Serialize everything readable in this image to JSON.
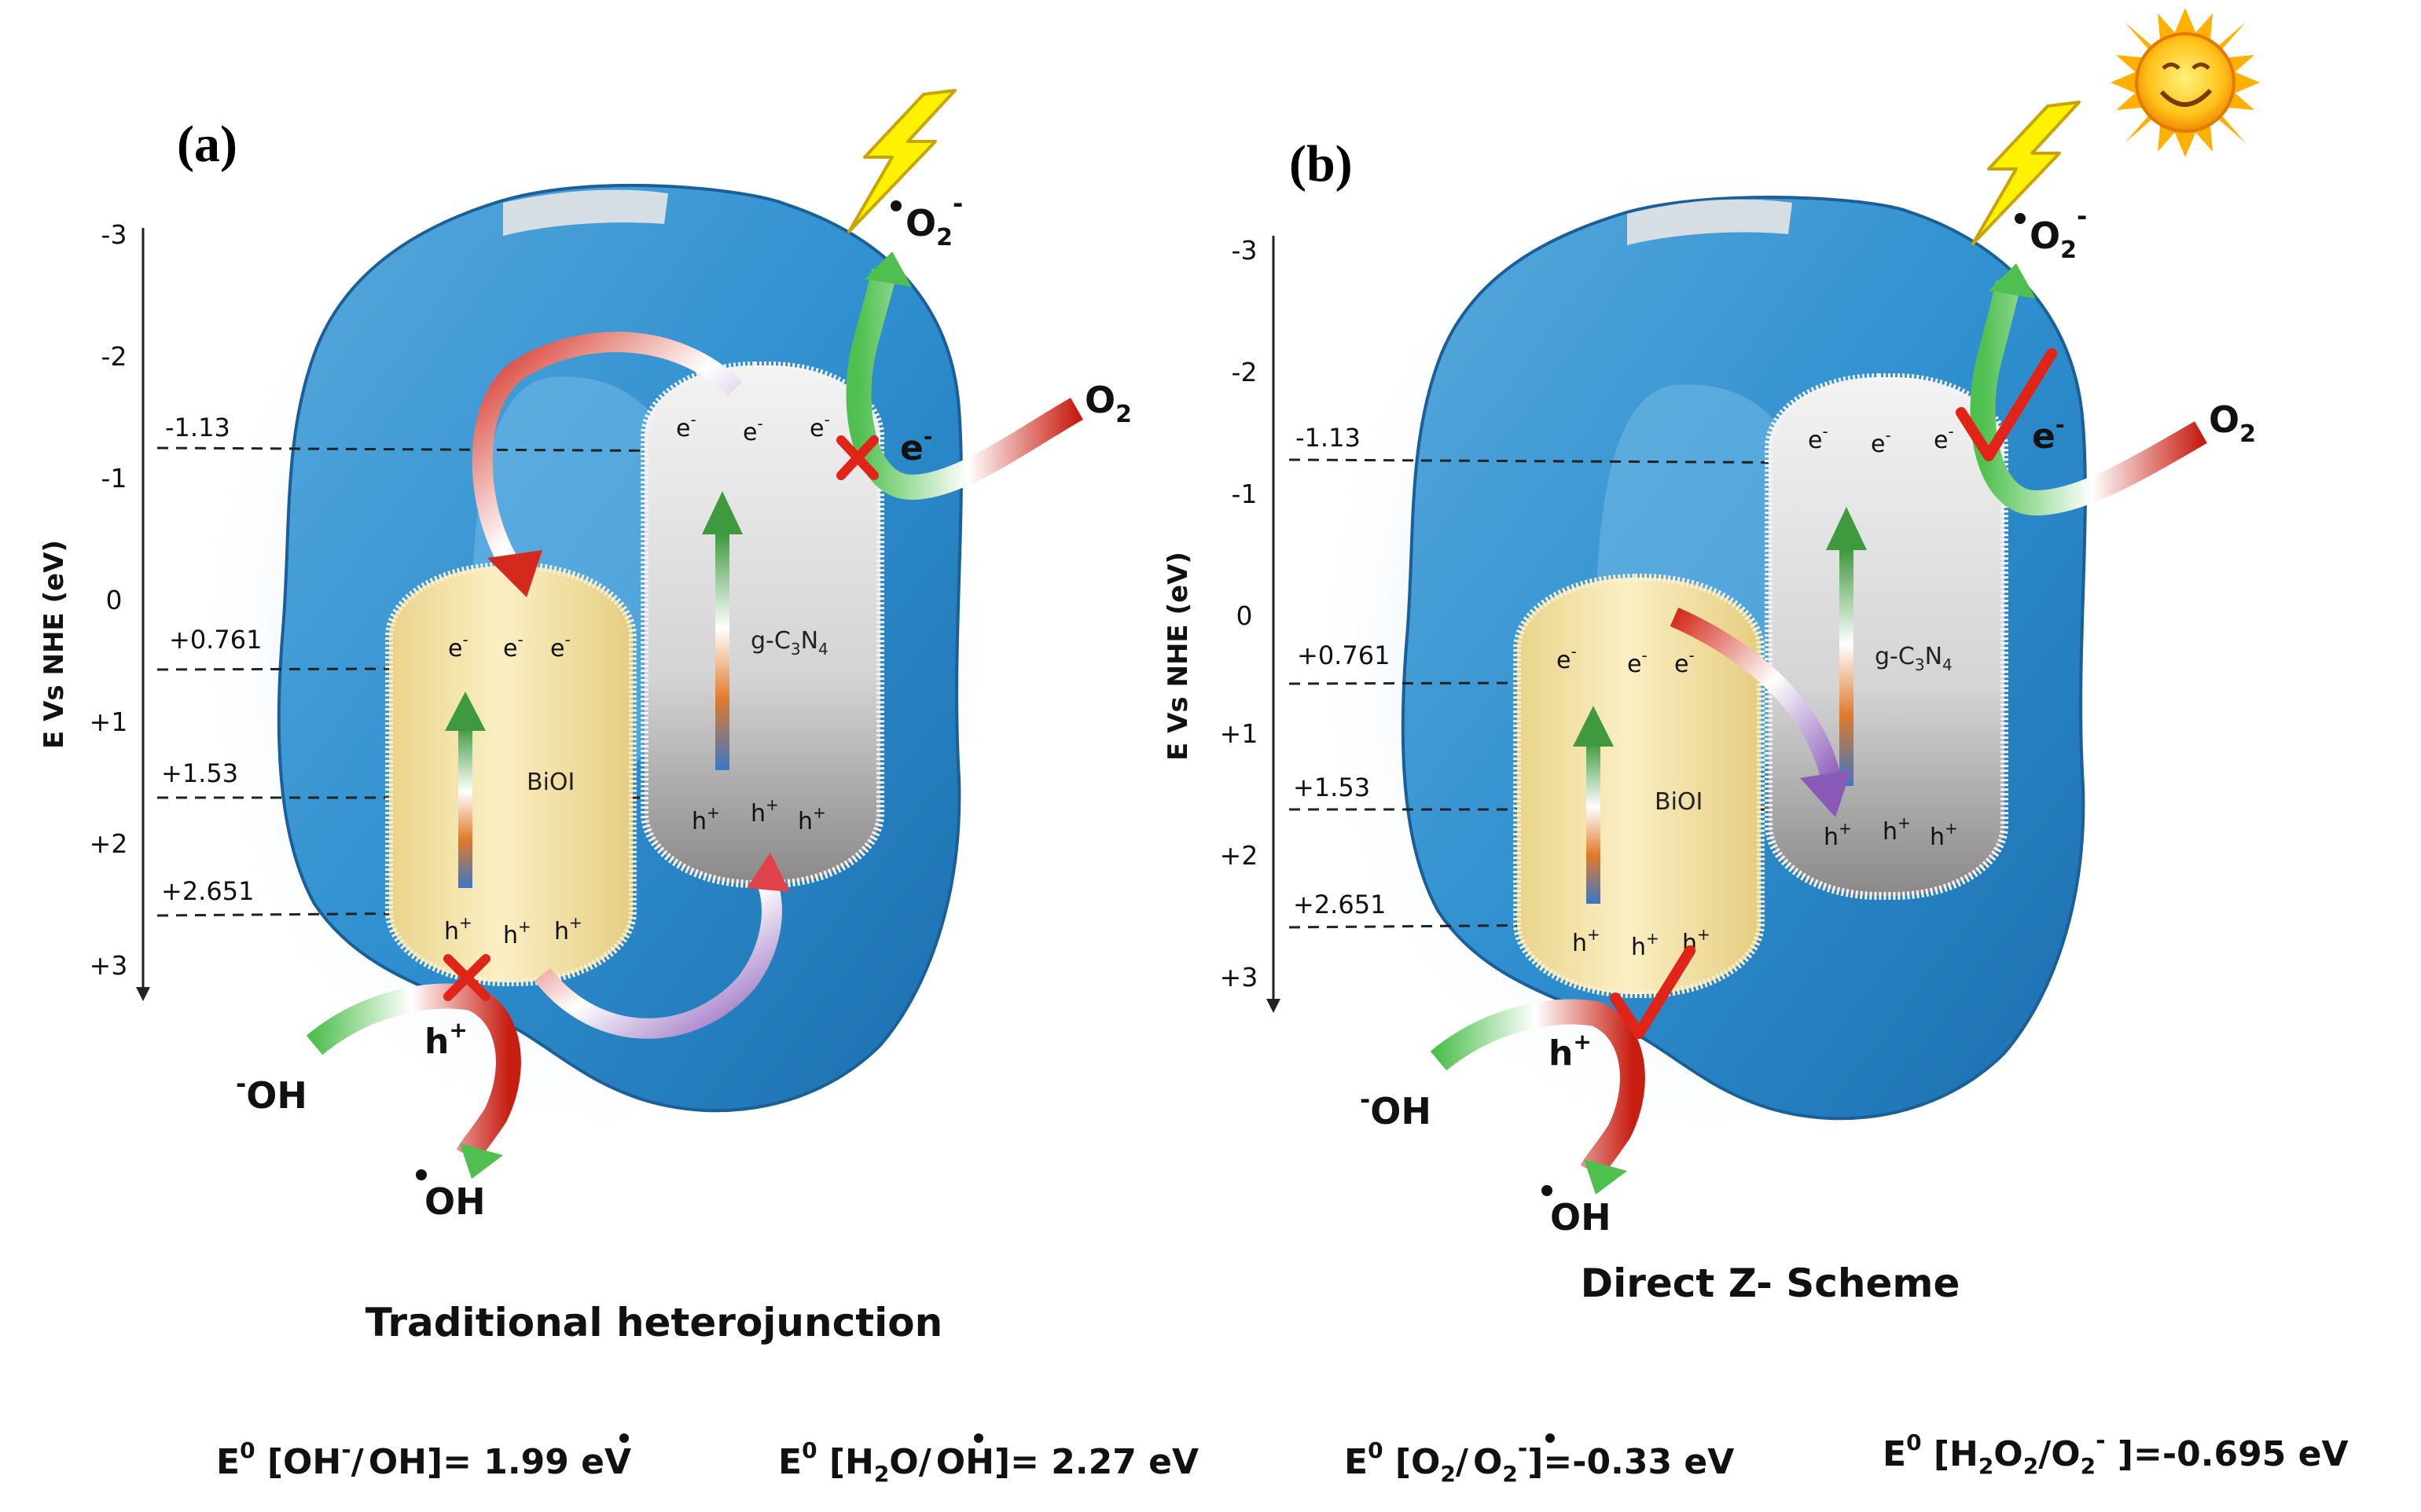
{
  "axis_title": "E Vs NHE (eV)",
  "ticks": [
    "-3",
    "-2",
    "-1",
    "0",
    "+1",
    "+2",
    "+3"
  ],
  "levels": [
    "-1.13",
    "+0.761",
    "+1.53",
    "+2.651"
  ],
  "materials": {
    "left": "BiOI",
    "right_prefix": "g-C",
    "right_sub1": "3",
    "right_mid": "N",
    "right_sub2": "4"
  },
  "carriers": {
    "electron": "e",
    "electron_sup": "-",
    "hole": "h",
    "hole_sup": "+"
  },
  "species": {
    "o2": "O",
    "o2_sub": "2",
    "superoxide": "O",
    "superoxide_sub": "2",
    "superoxide_sup": "-",
    "hydroxide_sup": "-",
    "hydroxide": "OH",
    "radical_oh": "OH"
  },
  "panels": [
    {
      "label": "(a)",
      "caption": "Traditional heterojunction"
    },
    {
      "label": "(b)",
      "caption": "Direct Z- Scheme"
    }
  ],
  "equations": [
    {
      "pre": "E",
      "sup": "0",
      "body": " [OH",
      "body_sup": "-",
      "body2": "/",
      "body3": "OH]= 1.99 eV"
    },
    {
      "pre": "E",
      "sup": "0",
      "body": " [H",
      "sub": "2",
      "body2": "O/",
      "body3": "OH]= 2.27 eV"
    },
    {
      "pre": "E",
      "sup": "0",
      "body": " [O",
      "sub": "2",
      "body2": "/",
      "body3": "O",
      "sub2": "2",
      "sup2": "-",
      "body4": "]=-0.33 eV"
    },
    {
      "pre": "E",
      "sup": "0",
      "body": " [H",
      "sub": "2",
      "body2": "O",
      "sub2": "2",
      "body3": "/O",
      "sub3": "2",
      "sup2": "-",
      "body4": " ]=-0.695 eV"
    }
  ],
  "colors": {
    "particle_blue": "#2f8fcf",
    "particle_dark": "#1c6fae",
    "biol_fill": "#f3e2a6",
    "gcn_fill": "#cfcfcf",
    "arrow_red": "#d42a1d",
    "arrow_green": "#4fc04f",
    "arrow_purple": "#8a5ab8",
    "cross_red": "#e02418",
    "sun_yellow": "#ffd21a"
  }
}
